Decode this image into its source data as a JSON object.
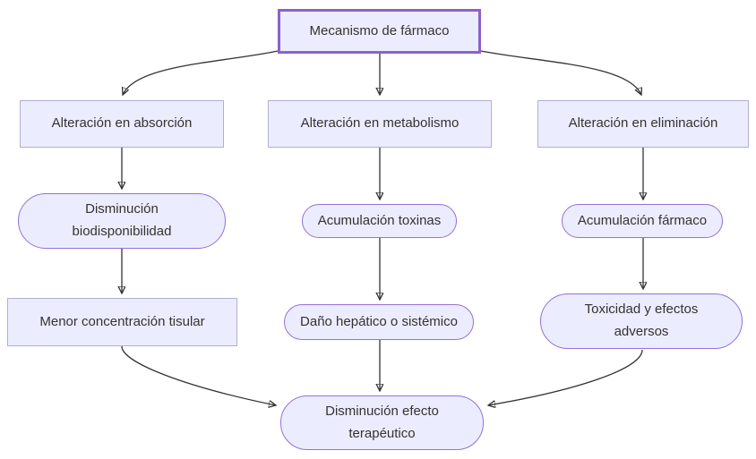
{
  "diagram": {
    "type": "flowchart",
    "direction": "top-down",
    "nodes": [
      {
        "id": "root",
        "label": "Mecanismo de fármaco",
        "shape": "rectangle-emphasis"
      },
      {
        "id": "absorcion",
        "label": "Alteración en absorción",
        "shape": "rectangle"
      },
      {
        "id": "metabolismo",
        "label": "Alteración en metabolismo",
        "shape": "rectangle"
      },
      {
        "id": "eliminacion",
        "label": "Alteración en eliminación",
        "shape": "rectangle"
      },
      {
        "id": "biodisponibilidad",
        "label": "Disminución biodisponibilidad",
        "shape": "stadium"
      },
      {
        "id": "toxinas",
        "label": "Acumulación toxinas",
        "shape": "stadium"
      },
      {
        "id": "farmaco",
        "label": "Acumulación fármaco",
        "shape": "stadium"
      },
      {
        "id": "tisular",
        "label": "Menor concentración tisular",
        "shape": "rectangle"
      },
      {
        "id": "hepatico",
        "label": "Daño hepático o sistémico",
        "shape": "stadium"
      },
      {
        "id": "toxicidad",
        "label": "Toxicidad y efectos adversos",
        "shape": "stadium"
      },
      {
        "id": "terapeutico",
        "label": "Disminución efecto terapéutico",
        "shape": "stadium"
      }
    ],
    "edges": [
      {
        "from": "root",
        "to": "absorcion"
      },
      {
        "from": "root",
        "to": "metabolismo"
      },
      {
        "from": "root",
        "to": "eliminacion"
      },
      {
        "from": "absorcion",
        "to": "biodisponibilidad"
      },
      {
        "from": "metabolismo",
        "to": "toxinas"
      },
      {
        "from": "eliminacion",
        "to": "farmaco"
      },
      {
        "from": "biodisponibilidad",
        "to": "tisular"
      },
      {
        "from": "toxinas",
        "to": "hepatico"
      },
      {
        "from": "farmaco",
        "to": "toxicidad"
      },
      {
        "from": "tisular",
        "to": "terapeutico"
      },
      {
        "from": "hepatico",
        "to": "terapeutico"
      },
      {
        "from": "toxicidad",
        "to": "terapeutico"
      }
    ],
    "colors": {
      "background": "#ffffff",
      "node-fill": "#ECECFF",
      "node-border": "#9370DB",
      "rect-border": "#b3aed6",
      "root-border": "#8a63c9",
      "edge": "#333333",
      "text": "#333333"
    }
  }
}
